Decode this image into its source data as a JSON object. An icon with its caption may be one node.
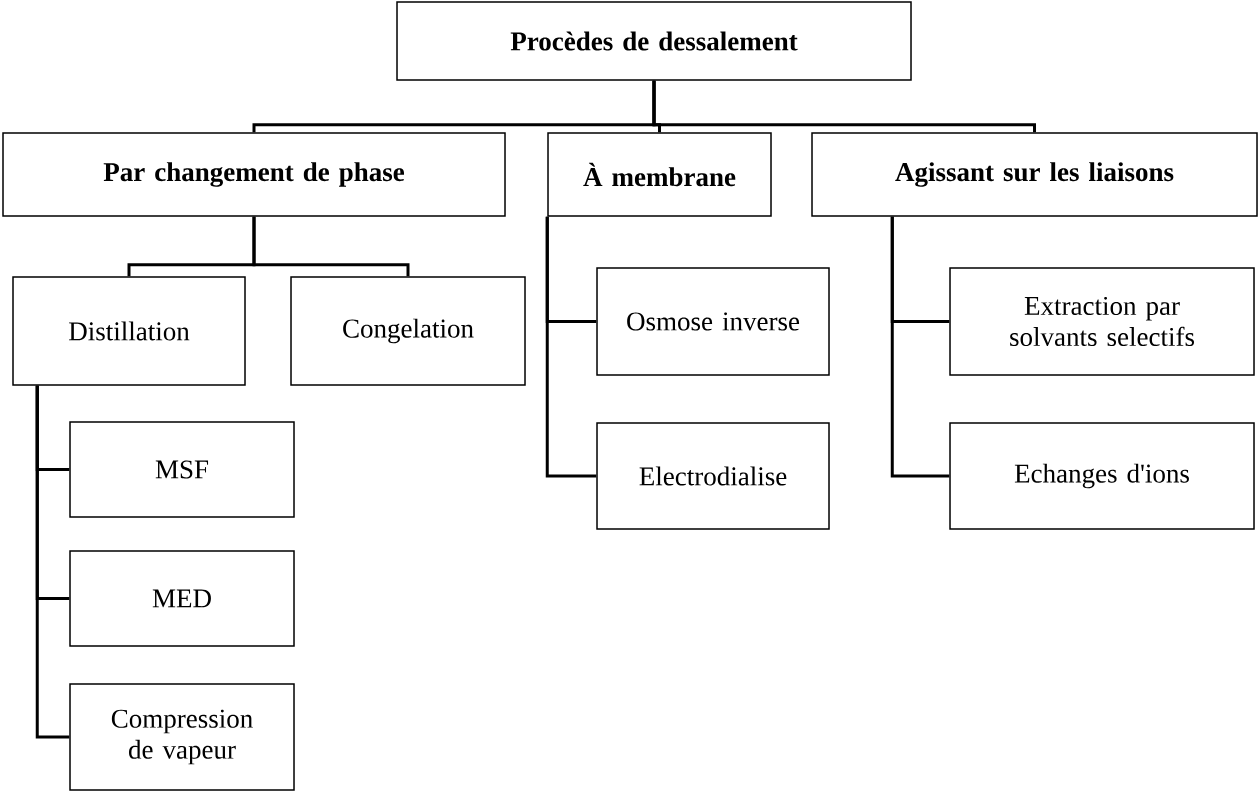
{
  "diagram": {
    "nodes": [
      {
        "text": [
          "Procèdes de dessalement"
        ]
      },
      {
        "text": [
          "Par changement de phase"
        ]
      },
      {
        "text": [
          "À membrane"
        ]
      },
      {
        "text": [
          "Agissant sur les liaisons"
        ]
      },
      {
        "text": [
          "Distillation"
        ]
      },
      {
        "text": [
          "Congelation"
        ]
      },
      {
        "text": [
          "MSF"
        ]
      },
      {
        "text": [
          "MED"
        ]
      },
      {
        "text": [
          "Compression de vapeur"
        ]
      },
      {
        "text": [
          "Osmose inverse"
        ]
      },
      {
        "text": [
          "Electrodialise"
        ]
      },
      {
        "text": [
          "Extraction par solvants selectifs"
        ]
      },
      {
        "text": [
          "Echanges d'ions"
        ]
      }
    ],
    "edges": [
      {
        "from": 0,
        "to": 1,
        "arrow": "none"
      },
      {
        "from": 0,
        "to": 2,
        "arrow": "none"
      },
      {
        "from": 0,
        "to": 3,
        "arrow": "none"
      },
      {
        "from": 1,
        "to": 4,
        "arrow": "none"
      },
      {
        "from": 1,
        "to": 5,
        "arrow": "none"
      },
      {
        "from": 4,
        "to": 6,
        "arrow": "none"
      },
      {
        "from": 4,
        "to": 7,
        "arrow": "none"
      },
      {
        "from": 4,
        "to": 8,
        "arrow": "none"
      },
      {
        "from": 2,
        "to": 9,
        "arrow": "none"
      },
      {
        "from": 2,
        "to": 10,
        "arrow": "none"
      },
      {
        "from": 3,
        "to": 11,
        "arrow": "none"
      },
      {
        "from": 3,
        "to": 12,
        "arrow": "none"
      }
    ]
  }
}
